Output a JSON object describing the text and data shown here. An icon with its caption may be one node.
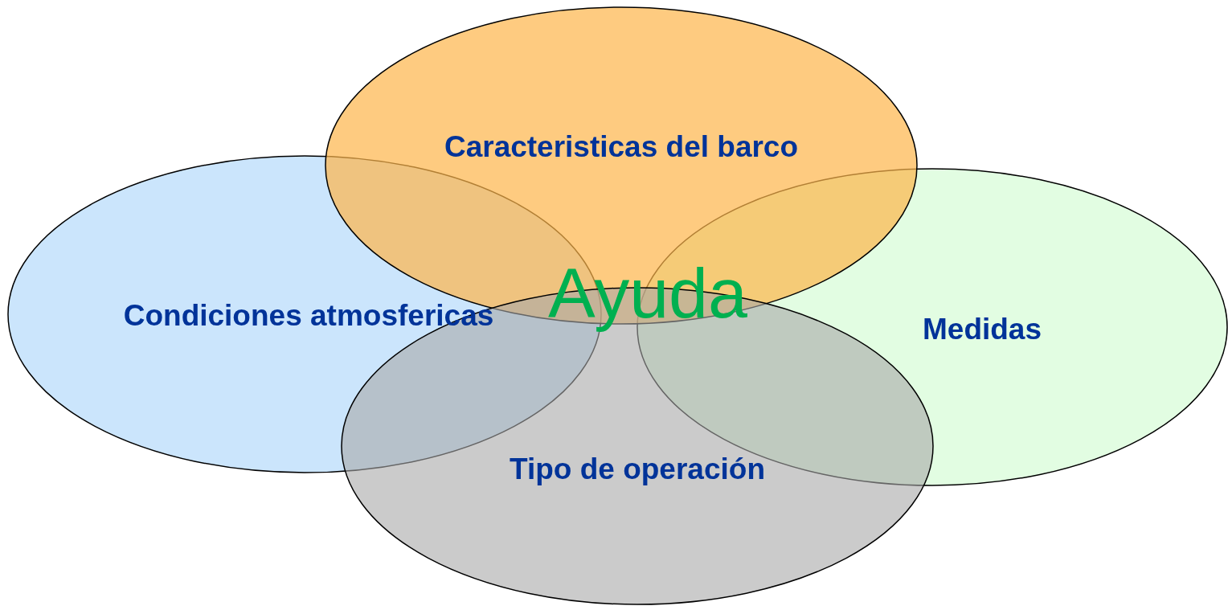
{
  "diagram": {
    "nodes": [
      {
        "text": [
          "Caracteristicas del barco"
        ]
      },
      {
        "text": [
          "Condiciones atmosfericas"
        ]
      },
      {
        "text": [
          "Medidas"
        ]
      },
      {
        "text": [
          "Tipo de operación"
        ]
      }
    ],
    "labels": [
      "Ayuda"
    ]
  }
}
